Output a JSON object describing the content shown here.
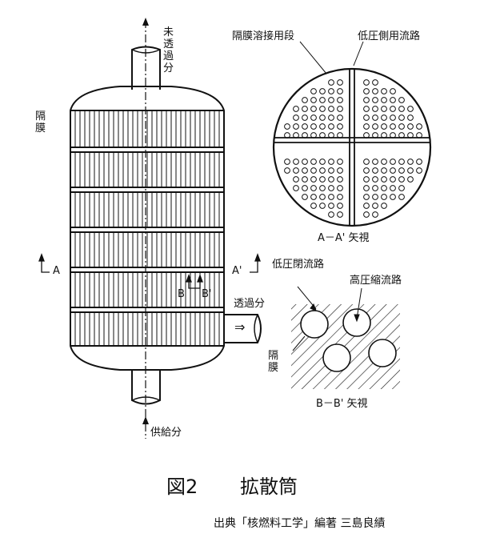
{
  "labels": {
    "retentate": "未透過分",
    "membrane_left": "隔膜",
    "section_a_left": "A",
    "section_a_right": "A'",
    "section_b_left": "B",
    "section_b_right": "B'",
    "permeate": "透過分",
    "feed": "供給分",
    "weld_section": "隔膜溶接用段",
    "low_pressure_side_channel": "低圧側用流路",
    "view_aa": "A－A' 矢視",
    "low_pressure_closed_channel": "低圧閉流路",
    "high_pressure_concentrate_channel": "高圧縮流路",
    "membrane_b": "隔膜",
    "view_bb": "B－B' 矢視",
    "permeate_arrow": "⇒"
  },
  "caption": {
    "figure_number": "図2",
    "title": "拡散筒"
  },
  "source": "出典「核燃料工学」編著 三島良績"
}
